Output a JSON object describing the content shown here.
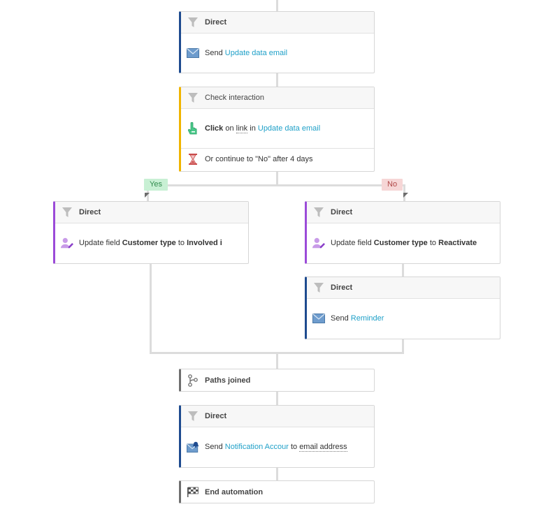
{
  "nodes": {
    "direct1": {
      "title": "Direct",
      "action": "Send",
      "target": "Update data email"
    },
    "check": {
      "title": "Check interaction",
      "click_label": "Click",
      "on": "on",
      "link": "link",
      "in": "in",
      "target": "Update data email",
      "fallback": "Or continue to \"No\" after 4 days"
    },
    "branch_yes": {
      "label": "Yes"
    },
    "branch_no": {
      "label": "No"
    },
    "yes_update": {
      "title": "Direct",
      "prefix": "Update field",
      "field": "Customer type",
      "to": "to",
      "value": "Involved i"
    },
    "no_update": {
      "title": "Direct",
      "prefix": "Update field",
      "field": "Customer type",
      "to": "to",
      "value": "Reactivate"
    },
    "no_send": {
      "title": "Direct",
      "action": "Send",
      "target": "Reminder"
    },
    "join": {
      "title": "Paths joined"
    },
    "direct2": {
      "title": "Direct",
      "action": "Send",
      "target": "Notification Accour",
      "to": "to",
      "recipient": "email address"
    },
    "end": {
      "title": "End automation"
    }
  },
  "colors": {
    "send_border": "#1e4b8f",
    "check_border": "#f0b400",
    "update_border": "#9b4bd8",
    "system_border": "#6f6f6f",
    "link": "#1fa0c8"
  },
  "icons": {
    "filter": "filter-icon",
    "email": "envelope-icon",
    "click": "hand-pointer-icon",
    "timer": "hourglass-icon",
    "user_edit": "user-edit-icon",
    "join": "branch-merge-icon",
    "notification": "envelope-bell-icon",
    "end": "checkered-flag-icon"
  }
}
